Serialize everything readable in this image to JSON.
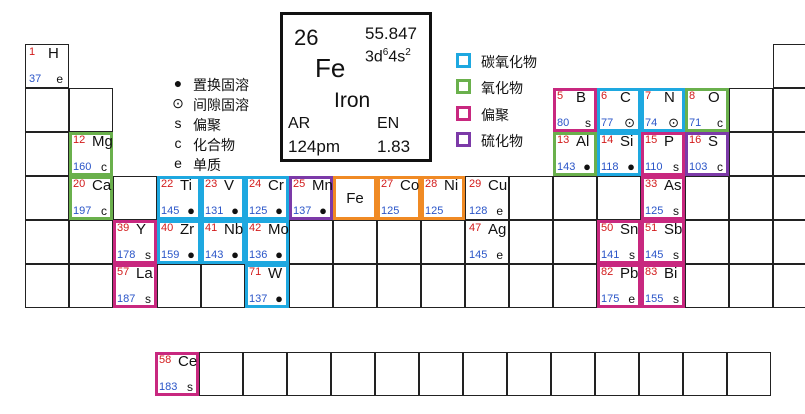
{
  "key_element": {
    "atomic_number": "26",
    "atomic_mass": "55.847",
    "electron_config_base": "3d",
    "electron_config_sup1": "6",
    "electron_config_mid": "4s",
    "electron_config_sup2": "2",
    "symbol": "Fe",
    "name": "Iron",
    "ar_label": "AR",
    "ar_value": "124pm",
    "en_label": "EN",
    "en_value": "1.83"
  },
  "compound_legend": [
    {
      "label": "碳氧化物",
      "color": "#1ea8e0"
    },
    {
      "label": "氧化物",
      "color": "#6ab04c"
    },
    {
      "label": "偏聚",
      "color": "#c8287f"
    },
    {
      "label": "硫化物",
      "color": "#7c3aa8"
    }
  ],
  "type_legend": [
    {
      "symbol": "●",
      "label": "置换固溶"
    },
    {
      "symbol": "⊙",
      "label": "间隙固溶"
    },
    {
      "symbol": "s",
      "label": "偏聚"
    },
    {
      "symbol": "c",
      "label": "化合物"
    },
    {
      "symbol": "e",
      "label": "单质"
    }
  ],
  "fe_orange_color": "#f08a24",
  "elements": [
    {
      "z": "1",
      "sym": "H",
      "r": "37",
      "t": "e",
      "row": 0,
      "col": 0,
      "hl": ""
    },
    {
      "z": "12",
      "sym": "Mg",
      "r": "160",
      "t": "c",
      "row": 2,
      "col": 1,
      "hl": "green"
    },
    {
      "z": "20",
      "sym": "Ca",
      "r": "197",
      "t": "c",
      "row": 3,
      "col": 1,
      "hl": "green"
    },
    {
      "z": "39",
      "sym": "Y",
      "r": "178",
      "t": "s",
      "row": 4,
      "col": 2,
      "hl": "magenta"
    },
    {
      "z": "57",
      "sym": "La",
      "r": "187",
      "t": "s",
      "row": 5,
      "col": 2,
      "hl": "magenta"
    },
    {
      "z": "22",
      "sym": "Ti",
      "r": "145",
      "t": "●",
      "row": 3,
      "col": 3,
      "hl": "blue"
    },
    {
      "z": "40",
      "sym": "Zr",
      "r": "159",
      "t": "●",
      "row": 4,
      "col": 3,
      "hl": "blue"
    },
    {
      "z": "23",
      "sym": "V",
      "r": "131",
      "t": "●",
      "row": 3,
      "col": 4,
      "hl": "blue"
    },
    {
      "z": "41",
      "sym": "Nb",
      "r": "143",
      "t": "●",
      "row": 4,
      "col": 4,
      "hl": "blue"
    },
    {
      "z": "24",
      "sym": "Cr",
      "r": "125",
      "t": "●",
      "row": 3,
      "col": 5,
      "hl": "blue"
    },
    {
      "z": "42",
      "sym": "Mo",
      "r": "136",
      "t": "●",
      "row": 4,
      "col": 5,
      "hl": "blue"
    },
    {
      "z": "71",
      "sym": "W",
      "r": "137",
      "t": "●",
      "row": 5,
      "col": 5,
      "hl": "blue"
    },
    {
      "z": "25",
      "sym": "Mn",
      "r": "137",
      "t": "●",
      "row": 3,
      "col": 6,
      "hl": "purple"
    },
    {
      "z": "",
      "sym": "Fe",
      "r": "",
      "t": "",
      "row": 3,
      "col": 7,
      "hl": "orange",
      "center": true
    },
    {
      "z": "27",
      "sym": "Co",
      "r": "125",
      "t": "",
      "row": 3,
      "col": 8,
      "hl": "orange"
    },
    {
      "z": "28",
      "sym": "Ni",
      "r": "125",
      "t": "",
      "row": 3,
      "col": 9,
      "hl": "orange"
    },
    {
      "z": "29",
      "sym": "Cu",
      "r": "128",
      "t": "e",
      "row": 3,
      "col": 10,
      "hl": ""
    },
    {
      "z": "47",
      "sym": "Ag",
      "r": "145",
      "t": "e",
      "row": 4,
      "col": 10,
      "hl": ""
    },
    {
      "z": "5",
      "sym": "B",
      "r": "80",
      "t": "s",
      "row": 1,
      "col": 12,
      "hl": "magenta"
    },
    {
      "z": "13",
      "sym": "Al",
      "r": "143",
      "t": "●",
      "row": 2,
      "col": 12,
      "hl": "green"
    },
    {
      "z": "50",
      "sym": "Sn",
      "r": "141",
      "t": "s",
      "row": 4,
      "col": 13,
      "hl": "magenta"
    },
    {
      "z": "82",
      "sym": "Pb",
      "r": "175",
      "t": "e",
      "row": 5,
      "col": 13,
      "hl": "magenta"
    },
    {
      "z": "6",
      "sym": "C",
      "r": "77",
      "t": "⊙",
      "row": 1,
      "col": 13,
      "hl": "blue"
    },
    {
      "z": "14",
      "sym": "Si",
      "r": "118",
      "t": "●",
      "row": 2,
      "col": 13,
      "hl": "blue"
    },
    {
      "z": "7",
      "sym": "N",
      "r": "74",
      "t": "⊙",
      "row": 1,
      "col": 14,
      "hl": "blue"
    },
    {
      "z": "15",
      "sym": "P",
      "r": "110",
      "t": "s",
      "row": 2,
      "col": 14,
      "hl": "magenta"
    },
    {
      "z": "33",
      "sym": "As",
      "r": "125",
      "t": "s",
      "row": 3,
      "col": 14,
      "hl": "magenta"
    },
    {
      "z": "51",
      "sym": "Sb",
      "r": "145",
      "t": "s",
      "row": 4,
      "col": 14,
      "hl": "magenta"
    },
    {
      "z": "83",
      "sym": "Bi",
      "r": "155",
      "t": "s",
      "row": 5,
      "col": 14,
      "hl": "magenta"
    },
    {
      "z": "8",
      "sym": "O",
      "r": "71",
      "t": "c",
      "row": 1,
      "col": 15,
      "hl": "green"
    },
    {
      "z": "16",
      "sym": "S",
      "r": "103",
      "t": "c",
      "row": 2,
      "col": 15,
      "hl": "purple"
    }
  ],
  "lanthanide": {
    "z": "58",
    "sym": "Ce",
    "r": "183",
    "t": "s",
    "hl": "magenta"
  }
}
